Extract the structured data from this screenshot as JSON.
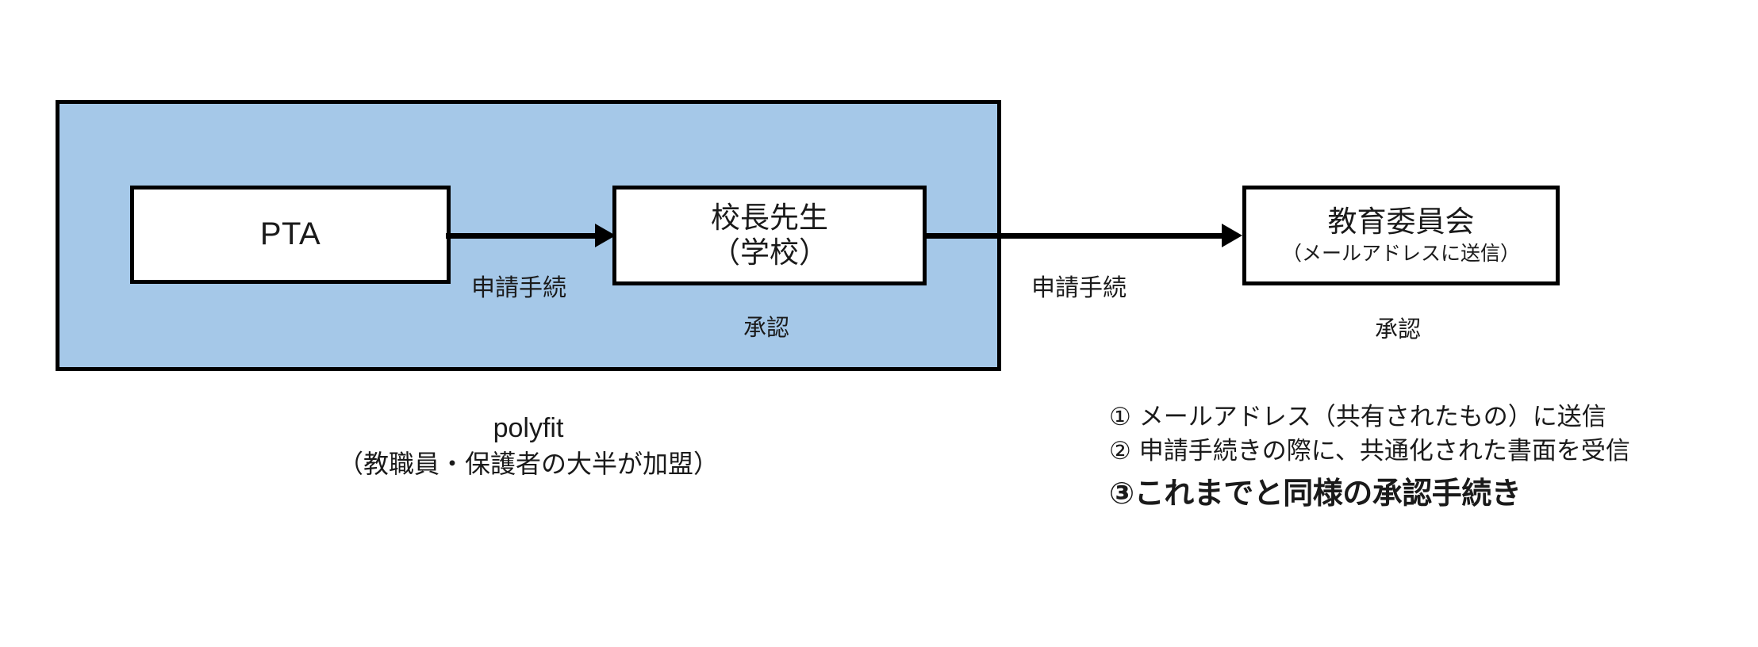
{
  "diagram": {
    "title_text": "",
    "colors": {
      "group_fill": "#a5c8e8",
      "stroke": "#000000",
      "node_fill": "#ffffff",
      "text": "#1a1a1a"
    },
    "group": {
      "name": "polyfit",
      "caption_name": "polyfit",
      "caption_note": "（教職員・保護者の大半が加盟）"
    },
    "nodes": [
      {
        "id": "pta",
        "title": "PTA",
        "subtitle": "",
        "approval": ""
      },
      {
        "id": "principal",
        "title": "校長先生",
        "subtitle": "（学校）",
        "approval": "承認"
      },
      {
        "id": "edu_board",
        "title": "教育委員会",
        "subtitle": "（メールアドレスに送信）",
        "approval": "承認"
      }
    ],
    "edges": [
      {
        "id": "pta-to-principal",
        "label": "申請手続",
        "from": "pta",
        "to": "principal"
      },
      {
        "id": "principal-to-edu",
        "label": "申請手続",
        "from": "principal",
        "to": "edu_board"
      }
    ],
    "notes": [
      {
        "marker": "①",
        "text": "メールアドレス（共有されたもの）に送信",
        "emphasis": false
      },
      {
        "marker": "②",
        "text": "申請手続きの際に、共通化された書面を受信",
        "emphasis": false
      },
      {
        "marker": "③",
        "text": "これまでと同様の承認手続き",
        "emphasis": true
      }
    ]
  }
}
